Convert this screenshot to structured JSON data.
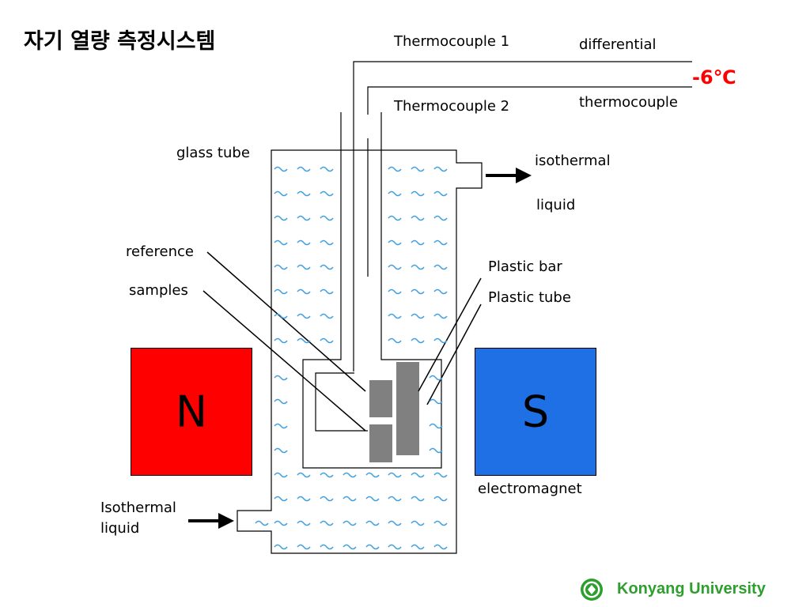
{
  "title": "자기 열량 측정시스템",
  "labels": {
    "thermocouple1": "Thermocouple 1",
    "thermocouple2": "Thermocouple 2",
    "differential": "differential",
    "thermocouple": "thermocouple",
    "temperature": "-6℃",
    "glass_tube": "glass tube",
    "isothermal_out_1": "isothermal",
    "isothermal_out_2": "liquid",
    "reference": "reference",
    "samples": "samples",
    "plastic_bar": "Plastic bar",
    "plastic_tube": "Plastic tube",
    "magnet_n": "N",
    "magnet_s": "S",
    "electromagnet": "electromagnet",
    "isothermal_in_1": "Isothermal",
    "isothermal_in_2": "liquid"
  },
  "footer": {
    "university": "Konyang University",
    "logo_icon": "university-seal-icon"
  },
  "colors": {
    "north_pole": "#ff0000",
    "south_pole": "#1f6fe5",
    "liquid_wave": "#3f9fe0",
    "sample": "#808080",
    "temperature_text": "#ff0000",
    "university_text": "#2e9e2e"
  }
}
